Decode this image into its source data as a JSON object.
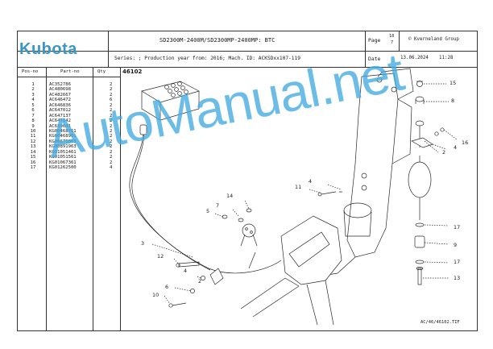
{
  "header": {
    "logo_text": "Kubota",
    "title": "SD2300M-2400M/SD2300MP-2400MP: BTC",
    "page_label": "Page",
    "page_number": "18",
    "page_total": "7",
    "company": "© Kverneland Group",
    "series_line": "Series: ; Production year from: 2016; Mach. ID: ACKSDxx107-119",
    "date_label": "Date",
    "date_value": "13.06.2024",
    "time_value": "11:28"
  },
  "table": {
    "col_pos": "Pos-no",
    "col_part": "Part-no",
    "col_qty": "Qty",
    "rows": [
      {
        "pos": "1",
        "part": "AC352786",
        "qty": "2"
      },
      {
        "pos": "2",
        "part": "AC480698",
        "qty": "2"
      },
      {
        "pos": "3",
        "part": "AC482667",
        "qty": "2"
      },
      {
        "pos": "4",
        "part": "AC646472",
        "qty": "6"
      },
      {
        "pos": "5",
        "part": "AC646836",
        "qty": "2"
      },
      {
        "pos": "6",
        "part": "AC647012",
        "qty": "2"
      },
      {
        "pos": "7",
        "part": "AC647137",
        "qty": "2"
      },
      {
        "pos": "8",
        "part": "AC647142",
        "qty": "2"
      },
      {
        "pos": "9",
        "part": "AC689041",
        "qty": "2"
      },
      {
        "pos": "10",
        "part": "KG00468761",
        "qty": "2"
      },
      {
        "pos": "11",
        "part": "KG00468961",
        "qty": "2"
      },
      {
        "pos": "12",
        "part": "KG00671863",
        "qty": "2"
      },
      {
        "pos": "13",
        "part": "KG00891963",
        "qty": "2"
      },
      {
        "pos": "14",
        "part": "KG01051461",
        "qty": "2"
      },
      {
        "pos": "15",
        "part": "KG01051561",
        "qty": "2"
      },
      {
        "pos": "16",
        "part": "KG01067361",
        "qty": "2"
      },
      {
        "pos": "17",
        "part": "KG01262500",
        "qty": "4"
      }
    ]
  },
  "drawing": {
    "number": "46102",
    "reference": "AC/46/46102.TIF",
    "callouts": [
      "15",
      "8",
      "16",
      "4",
      "2",
      "4",
      "11",
      "14",
      "7",
      "5",
      "3",
      "12",
      "4",
      "2",
      "6",
      "10",
      "17",
      "9",
      "17",
      "13"
    ]
  },
  "watermark": "AutoManual.net",
  "colors": {
    "logo": "#3a96c8",
    "watermark": "#41aae1",
    "line": "#333333"
  }
}
